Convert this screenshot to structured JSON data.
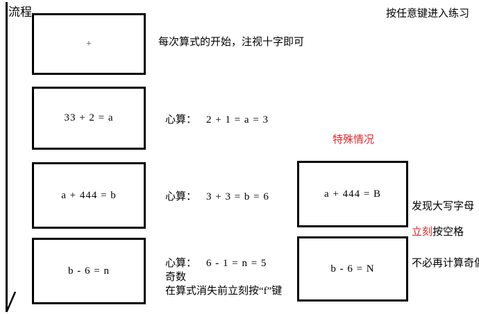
{
  "page": {
    "flow_label": "流程",
    "top_right_hint": "按任意键进入练习"
  },
  "flow_steps": [
    {
      "box_text": "+",
      "note": "每次算式的开始，注视十字即可"
    },
    {
      "box_text": "33 + 2 = a",
      "note_prefix": "心算：",
      "note_math": "2 + 1 = a = 3"
    },
    {
      "box_text": "a + 444 = b",
      "note_prefix": "心算：",
      "note_math": "3 + 3 = b = 6"
    },
    {
      "box_text": "b - 6 = n",
      "note_prefix": "心算：",
      "note_math": "6 - 1 = n = 5",
      "note_line2": "奇数",
      "note_line3": "在算式消失前立刻按“f”键"
    }
  ],
  "special": {
    "heading": "特殊情况",
    "cases": [
      {
        "box_text": "a + 444 = B",
        "note1": "发现大写字母",
        "note2_red": "立刻",
        "note2_rest": "按空格"
      },
      {
        "box_text": "b - 6 = N",
        "note1": "不必再计算奇偶"
      }
    ]
  },
  "colors": {
    "accent_red": "#e8262d",
    "text": "#000000"
  }
}
